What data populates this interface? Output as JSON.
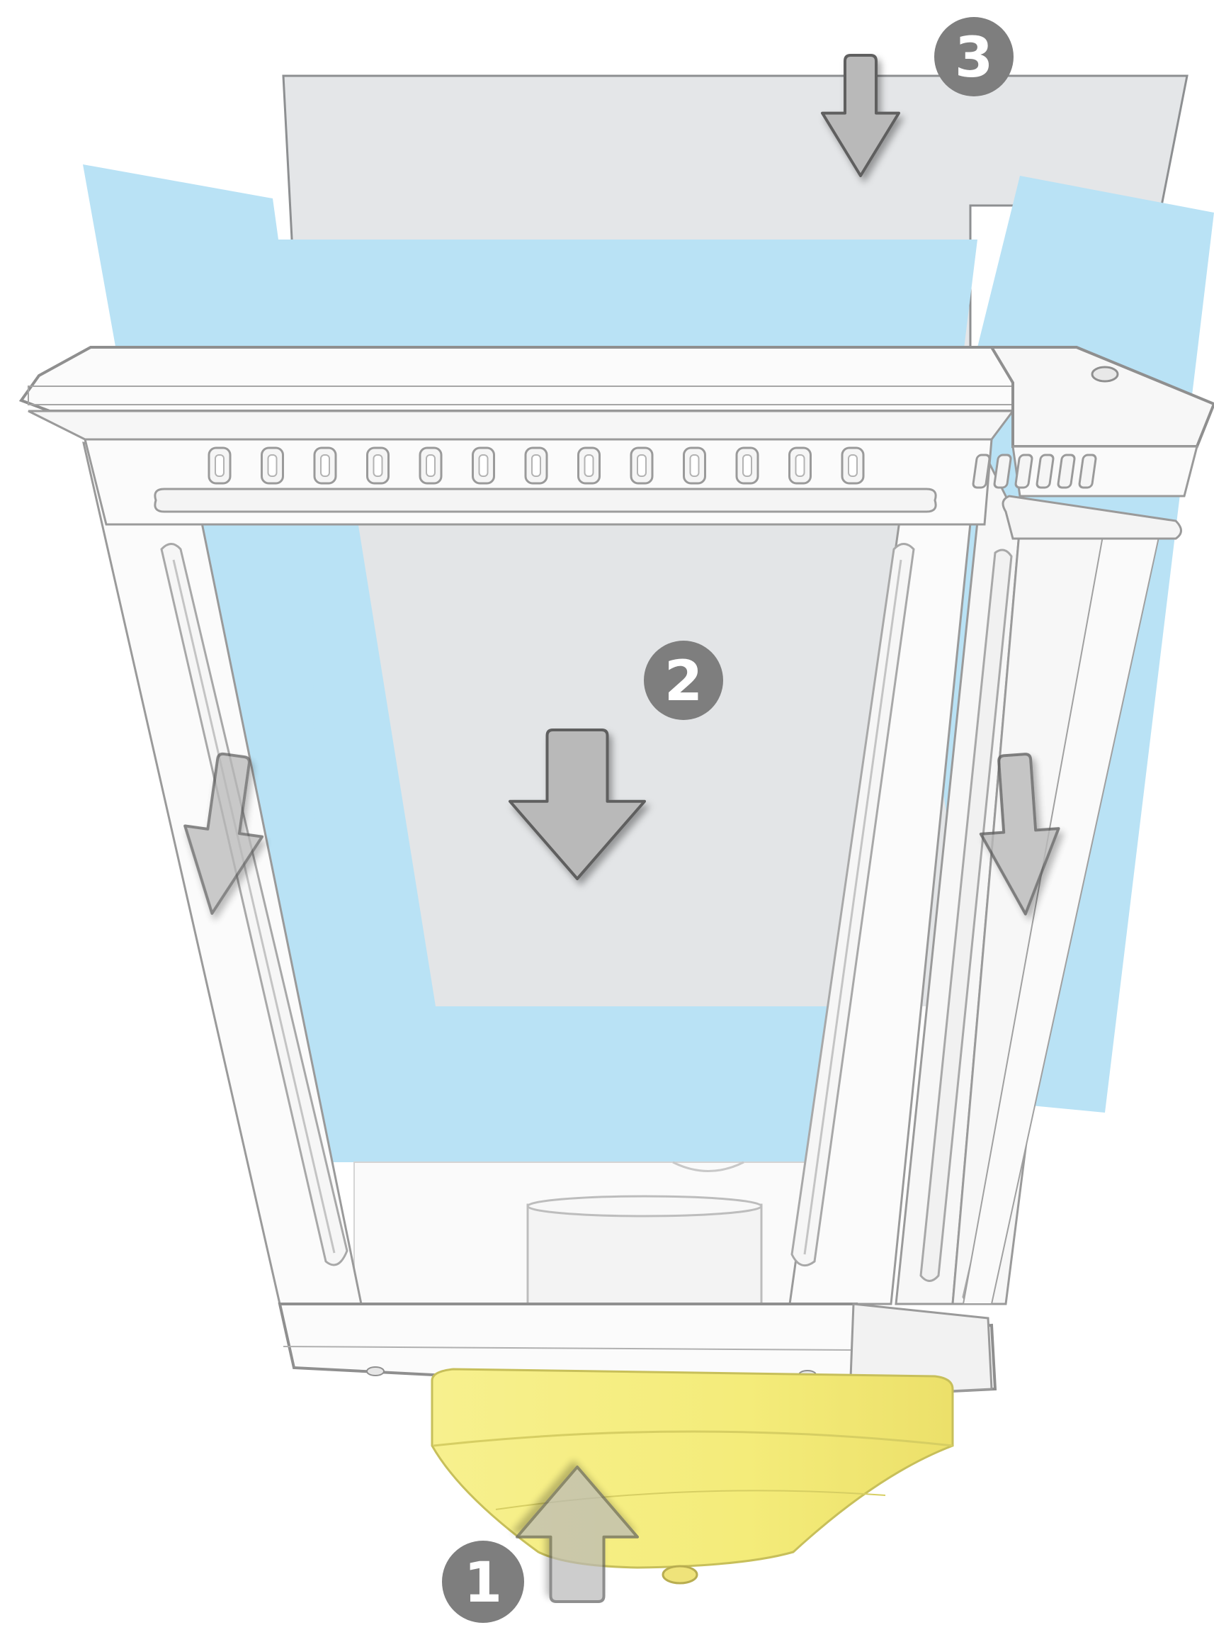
{
  "steps": [
    {
      "number": "1",
      "direction": "up",
      "target": "yellow-base-cap"
    },
    {
      "number": "2",
      "direction": "down",
      "target": "front-glass-panel"
    },
    {
      "number": "3",
      "direction": "down",
      "target": "rear-glass-panel"
    }
  ],
  "colors": {
    "glass_frosted": "#e3e5e7",
    "glass_blue": "#b8e2f5",
    "frame_white": "#fbfbfb",
    "frame_outline": "#9a9a9a",
    "base_cap_yellow": "#f6ef86",
    "arrow_fill": "#b9b9b9",
    "badge_fill": "#7e7e7e"
  },
  "icons": [
    "arrow-up-icon",
    "arrow-down-icon",
    "step-badge-icon"
  ]
}
